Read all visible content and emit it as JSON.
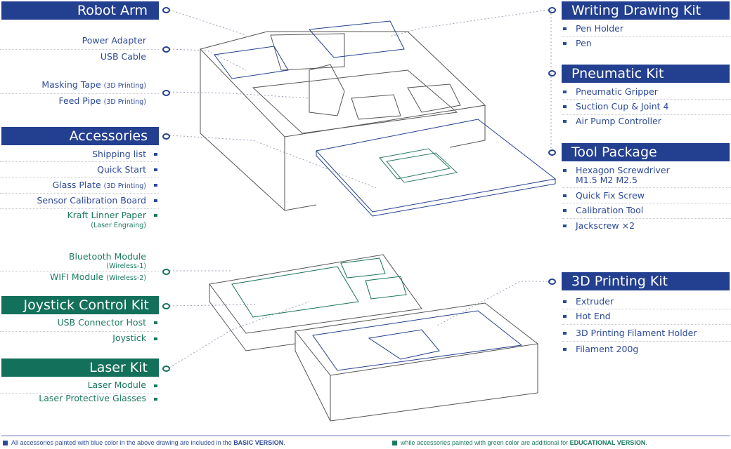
{
  "colors": {
    "basic": "#233f8f",
    "educational": "#13705a"
  },
  "left": {
    "robot_arm": {
      "title": "Robot Arm",
      "items": [
        "Power Adapter",
        "USB Cable"
      ],
      "tape": "Masking Tape",
      "tape_note": "(3D Printing)",
      "pipe": "Feed Pipe",
      "pipe_note": "(3D Printing)"
    },
    "accessories": {
      "title": "Accessories",
      "shipping": "Shipping list",
      "quick_start": "Quick Start",
      "glass": "Glass Plate",
      "glass_note": "(3D Printing)",
      "sensor": "Sensor Calibration Board",
      "kraft": "Kraft Linner Paper",
      "kraft_note": "(Laser Engraing)"
    },
    "wireless": {
      "bt": "Bluetooth Module",
      "bt_note": "(Wireless-1)",
      "wifi": "WIFI Module",
      "wifi_note": "(Wireless-2)"
    },
    "joystick": {
      "title": "Joystick Control Kit",
      "items": [
        "USB Connector Host",
        "Joystick"
      ]
    },
    "laser": {
      "title": "Laser Kit",
      "items": [
        "Laser Module",
        "Laser Protective Glasses"
      ]
    }
  },
  "right": {
    "writing": {
      "title": "Writing Drawing Kit",
      "items": [
        "Pen Holder",
        "Pen"
      ]
    },
    "pneumatic": {
      "title": "Pneumatic Kit",
      "items": [
        "Pneumatic Gripper",
        "Suction Cup & Joint 4",
        "Air Pump Controller"
      ]
    },
    "tool": {
      "title": "Tool Package",
      "hex1": "Hexagon Screwdriver",
      "hex2": "M1.5 M2 M2.5",
      "items": [
        "Quick Fix Screw",
        "Calibration Tool",
        "Jackscrew ×2"
      ]
    },
    "printing": {
      "title": "3D Printing Kit",
      "items": [
        "Extruder",
        "Hot End",
        "3D Printing Filament Holder",
        "Filament 200g"
      ]
    }
  },
  "footer": {
    "basic_pre": "All accessories painted with blue color in the above drawing are included in the ",
    "basic_strong": "BASIC VERSION",
    "edu_pre": "while accessories painted with green color are additional for ",
    "edu_strong": "EDUCATIONAL VERSION"
  }
}
